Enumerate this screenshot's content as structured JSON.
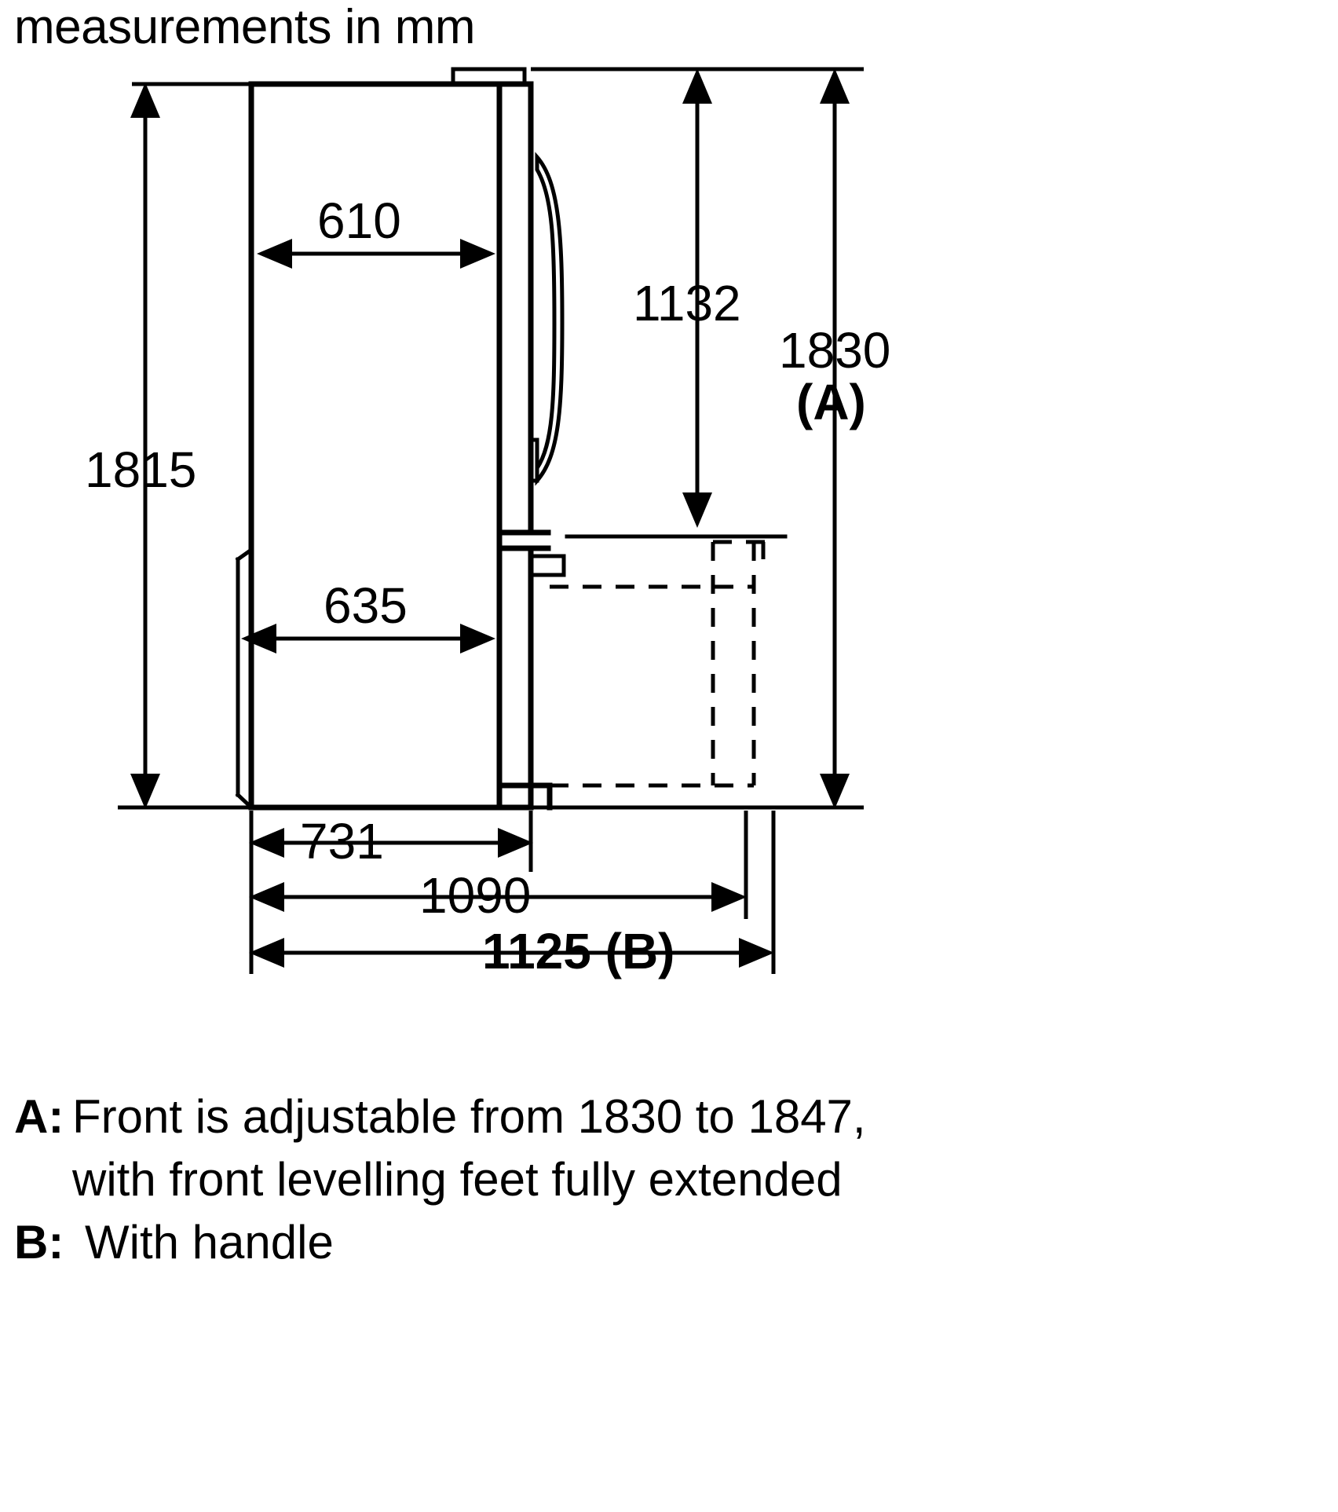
{
  "title": "measurements in mm",
  "units": "mm",
  "dimensions": {
    "width_top_inner": "610",
    "width_bottom_inner": "635",
    "height_total_left": "1815",
    "height_upper_right": "1132",
    "height_front_right": "1830",
    "height_front_right_ref": "(A)",
    "depth_cabinet": "731",
    "depth_with_door_open": "1090",
    "depth_with_handle": "1125 (B)"
  },
  "notes": [
    {
      "key": "A:",
      "lines": [
        "Front is adjustable from 1830 to 1847,",
        "with front levelling feet fully extended"
      ]
    },
    {
      "key": "B:",
      "lines": [
        "With handle"
      ]
    }
  ],
  "colors": {
    "line": "#000000",
    "background": "#ffffff"
  },
  "chart_data": {
    "type": "table",
    "title": "measurements in mm",
    "categories": [
      "610",
      "635",
      "1815",
      "1132",
      "1830 (A)",
      "731",
      "1090",
      "1125 (B)"
    ],
    "values": [
      610,
      635,
      1815,
      1132,
      1830,
      731,
      1090,
      1125
    ],
    "xlabel": "",
    "ylabel": "mm"
  }
}
